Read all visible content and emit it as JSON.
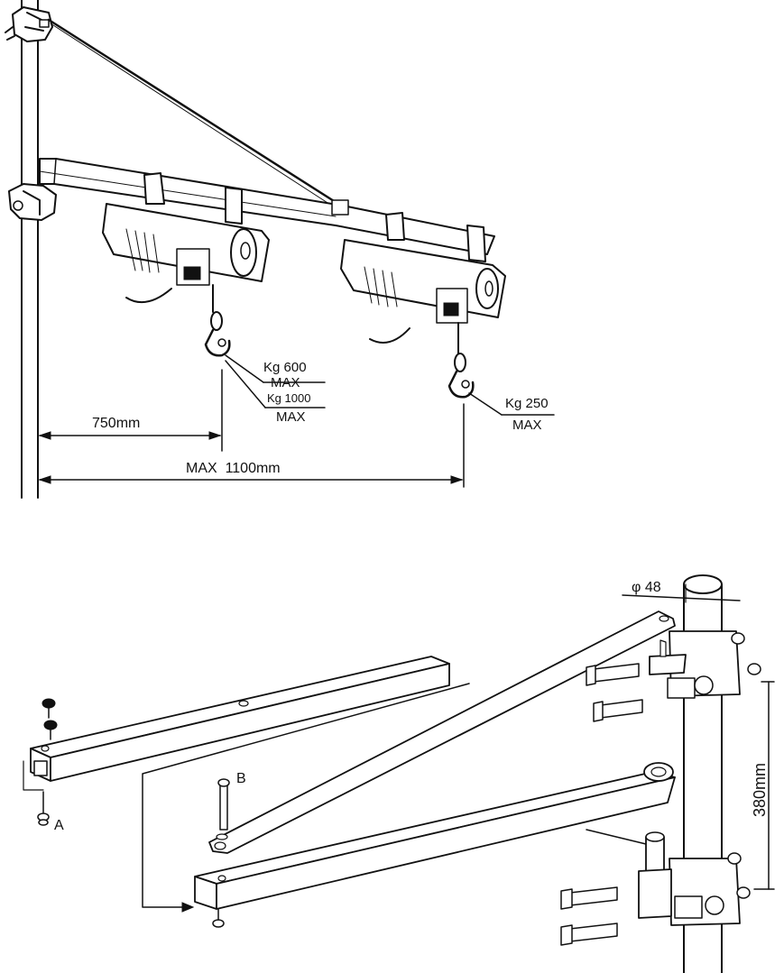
{
  "top_view": {
    "load_near": {
      "line1": "Kg 600",
      "line2": "MAX",
      "line3": "Kg 1000",
      "line4": "MAX"
    },
    "load_far": {
      "line1": "Kg 250",
      "line2": "MAX"
    },
    "dim_short": "750mm",
    "dim_long": "MAX  1100mm"
  },
  "assembly_view": {
    "tube_diameter": "φ 48",
    "clamp_spacing": "380mm",
    "part_a": "A",
    "part_b": "B"
  }
}
